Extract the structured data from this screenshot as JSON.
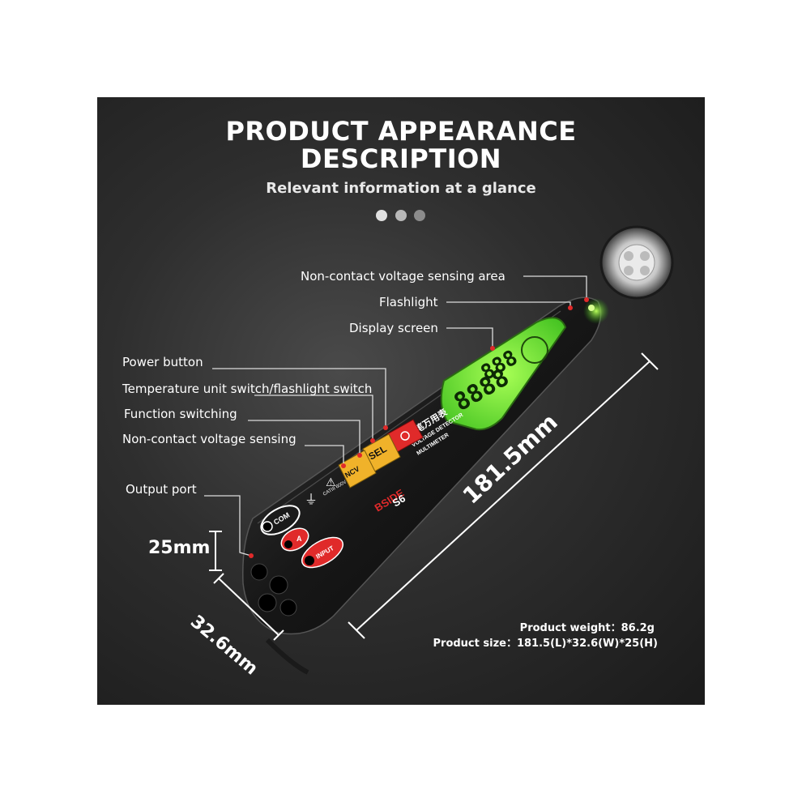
{
  "header": {
    "title_line1": "PRODUCT APPEARANCE",
    "title_line2": "DESCRIPTION",
    "subtitle": "Relevant information at a glance"
  },
  "callouts": {
    "sensing_area": "Non-contact voltage sensing area",
    "flashlight": "Flashlight",
    "display": "Display screen",
    "power": "Power button",
    "temp_switch": "Temperature unit switch/flashlight switch",
    "function": "Function switching",
    "ncv": "Non-contact voltage sensing",
    "output": "Output port"
  },
  "dimensions": {
    "height": "25mm",
    "width": "32.6mm",
    "length": "181.5mm"
  },
  "specs": {
    "weight": "Product weight：86.2g",
    "size": "Product size：181.5(L)*32.6(W)*25(H)"
  },
  "device": {
    "brand": "BSIDE",
    "model": "S6",
    "name_cn": "电笔万用表",
    "name_en1": "VOLTAGE DETECTOR",
    "name_en2": "MULTIMETER",
    "btn_sel": "SEL",
    "btn_ncv": "NCV",
    "port_com": "COM",
    "port_a": "A",
    "port_input": "INPUT",
    "rating": "CATIII 600V",
    "lcd_top": "888",
    "lcd_main": "8888"
  },
  "colors": {
    "lcd_green": "#7cff3a",
    "red_button": "#e02a2a",
    "yellow_button": "#f0b22a",
    "panel_bg": "#2e2e2e"
  }
}
